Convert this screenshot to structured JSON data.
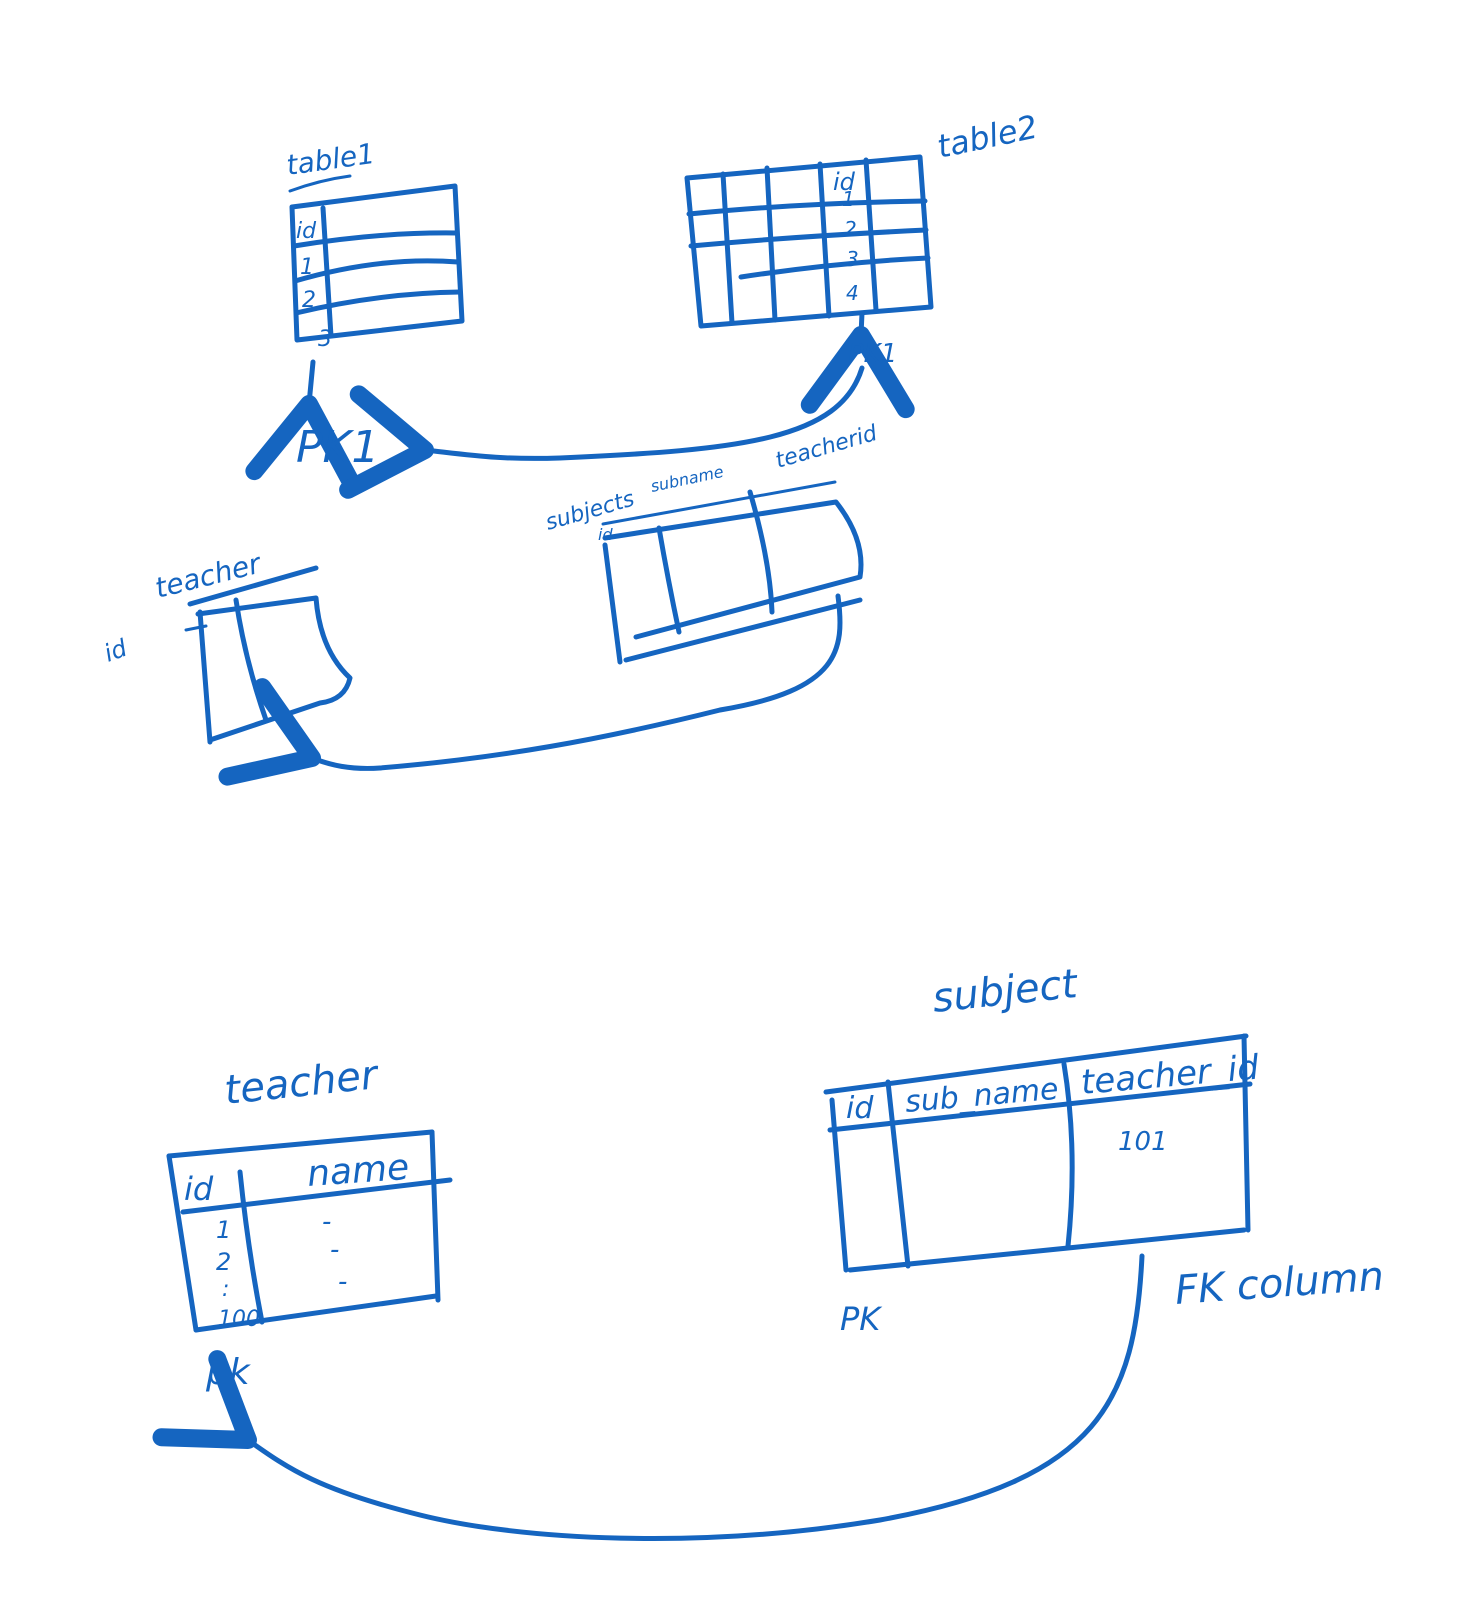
{
  "ink_color": "#1565C0",
  "sketch_top": {
    "table1": {
      "title": "table1",
      "header": "id",
      "rows": [
        "1",
        "2",
        "3"
      ],
      "key_label": "PK1"
    },
    "table2": {
      "title": "table2",
      "header": "id",
      "rows": [
        "1",
        "2",
        "3",
        "4"
      ],
      "key_label": "PK1"
    },
    "subjects": {
      "title": "subjects",
      "col_sub_name": "subname",
      "col_teacher_id": "teacherid",
      "col_id": "id"
    },
    "teacher": {
      "title": "teacher",
      "id_label": "id"
    }
  },
  "sketch_bottom": {
    "teacher": {
      "title": "teacher",
      "columns": [
        "id",
        "name"
      ],
      "id_values": [
        "1",
        "2",
        ":",
        "100"
      ],
      "name_values": [
        "-",
        "-",
        "-"
      ],
      "pk_label": "pk"
    },
    "subject": {
      "title": "subject",
      "columns": [
        "id",
        "sub_name",
        "teacher_id"
      ],
      "teacher_id_value": "101",
      "pk_label": "PK",
      "fk_label": "FK column"
    }
  }
}
